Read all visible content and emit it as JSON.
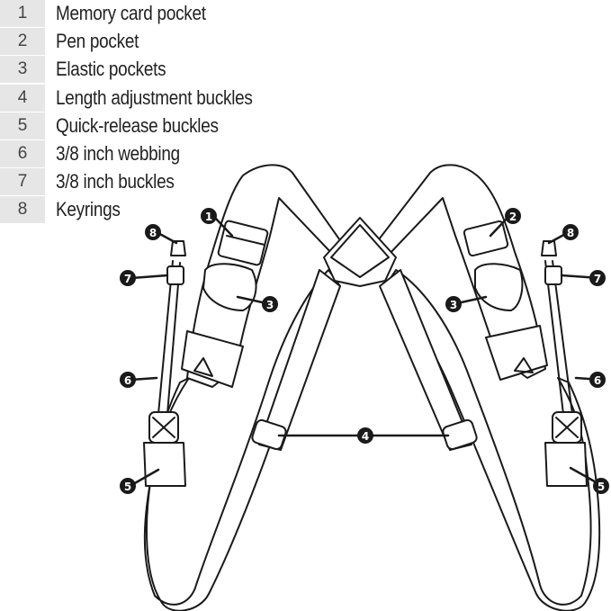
{
  "legend": {
    "items": [
      {
        "number": "1",
        "label": "Memory card pocket"
      },
      {
        "number": "2",
        "label": "Pen pocket"
      },
      {
        "number": "3",
        "label": "Elastic pockets"
      },
      {
        "number": "4",
        "label": "Length adjustment buckles"
      },
      {
        "number": "5",
        "label": "Quick-release buckles"
      },
      {
        "number": "6",
        "label": "3/8 inch webbing"
      },
      {
        "number": "7",
        "label": "3/8 inch buckles"
      },
      {
        "number": "8",
        "label": "Keyrings"
      }
    ]
  },
  "callouts": {
    "c1": "1",
    "c2": "2",
    "c3_left": "3",
    "c3_right": "3",
    "c4": "4",
    "c5_left": "5",
    "c5_right": "5",
    "c6_left": "6",
    "c6_right": "6",
    "c7_left": "7",
    "c7_right": "7",
    "c8_left": "8",
    "c8_right": "8"
  },
  "colors": {
    "line": "#1a1a1a",
    "legend_number_bg": "#e6e6e6",
    "callout_fill": "#1a1a1a"
  }
}
